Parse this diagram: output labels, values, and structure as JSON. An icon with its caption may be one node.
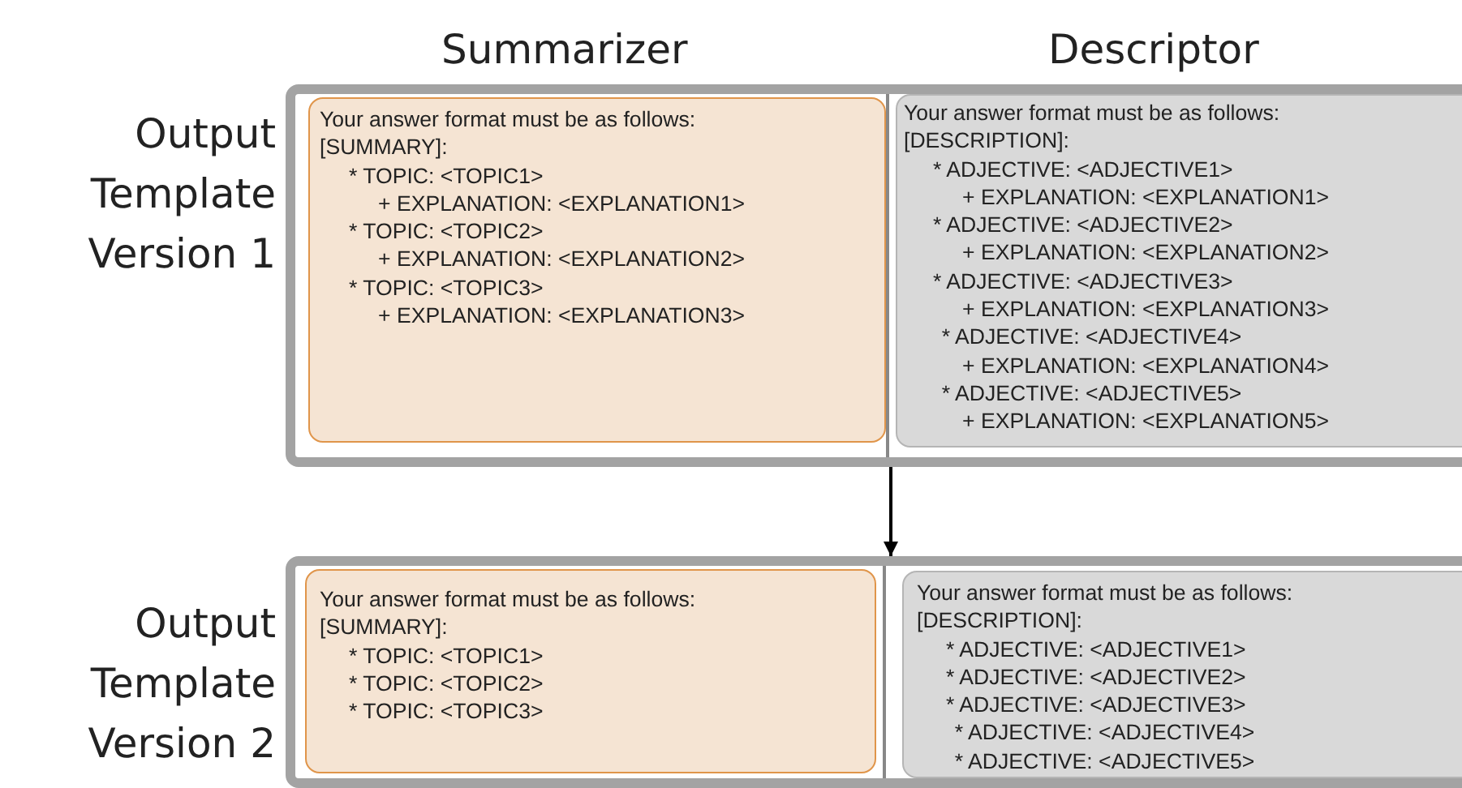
{
  "diagram": {
    "nodes": [
      {
        "text": [
          "Output Template Version 1"
        ]
      },
      {
        "text": [
          "Your answer format must be as follows:",
          "[SUMMARY]:",
          "* TOPIC: <TOPIC1>",
          "+ EXPLANATION: <EXPLANATION1>",
          "* TOPIC: <TOPIC2>",
          "+ EXPLANATION: <EXPLANATION2>",
          "* TOPIC: <TOPIC3>",
          "+ EXPLANATION: <EXPLANATION3>"
        ],
        "in": 0
      },
      {
        "text": [
          "Your answer format must be as follows:",
          "[DESCRIPTION]:",
          "* ADJECTIVE: <ADJECTIVE1>",
          "+ EXPLANATION: <EXPLANATION1>",
          "* ADJECTIVE: <ADJECTIVE2>",
          "+ EXPLANATION: <EXPLANATION2>",
          "* ADJECTIVE: <ADJECTIVE3>",
          "+ EXPLANATION: <EXPLANATION3>",
          "* ADJECTIVE: <ADJECTIVE4>",
          "+ EXPLANATION: <EXPLANATION4>",
          "* ADJECTIVE: <ADJECTIVE5>",
          "+ EXPLANATION: <EXPLANATION5>"
        ],
        "in": 0
      },
      {
        "text": [
          "Output Template Version 2"
        ]
      },
      {
        "text": [
          "Your answer format must be as follows:",
          "[SUMMARY]:",
          "* TOPIC: <TOPIC1>",
          "* TOPIC: <TOPIC2>",
          "* TOPIC: <TOPIC3>"
        ],
        "in": 3
      },
      {
        "text": [
          "Your answer format must be as follows:",
          "[DESCRIPTION]:",
          "* ADJECTIVE: <ADJECTIVE1>",
          "* ADJECTIVE: <ADJECTIVE2>",
          "* ADJECTIVE: <ADJECTIVE3>",
          "* ADJECTIVE: <ADJECTIVE4>",
          "* ADJECTIVE: <ADJECTIVE5>"
        ],
        "in": 3
      }
    ],
    "edges": [
      {
        "from": 0,
        "to": 3,
        "arrow": "to"
      }
    ],
    "labels": [
      "Summarizer",
      "Descriptor"
    ]
  }
}
